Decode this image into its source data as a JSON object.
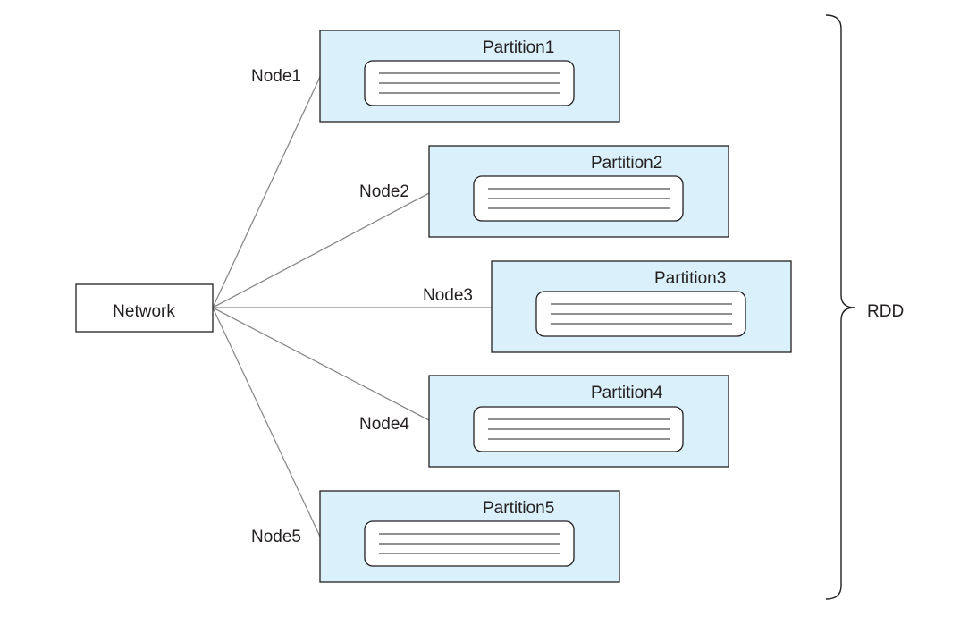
{
  "network": {
    "label": "Network"
  },
  "rdd": {
    "label": "RDD"
  },
  "nodes": [
    {
      "node_label": "Node1",
      "partition_label": "Partition1"
    },
    {
      "node_label": "Node2",
      "partition_label": "Partition2"
    },
    {
      "node_label": "Node3",
      "partition_label": "Partition3"
    },
    {
      "node_label": "Node4",
      "partition_label": "Partition4"
    },
    {
      "node_label": "Node5",
      "partition_label": "Partition5"
    }
  ],
  "colors": {
    "partition_fill": "#daf0fa",
    "stroke": "#231f20",
    "link": "#8a8a8a"
  }
}
